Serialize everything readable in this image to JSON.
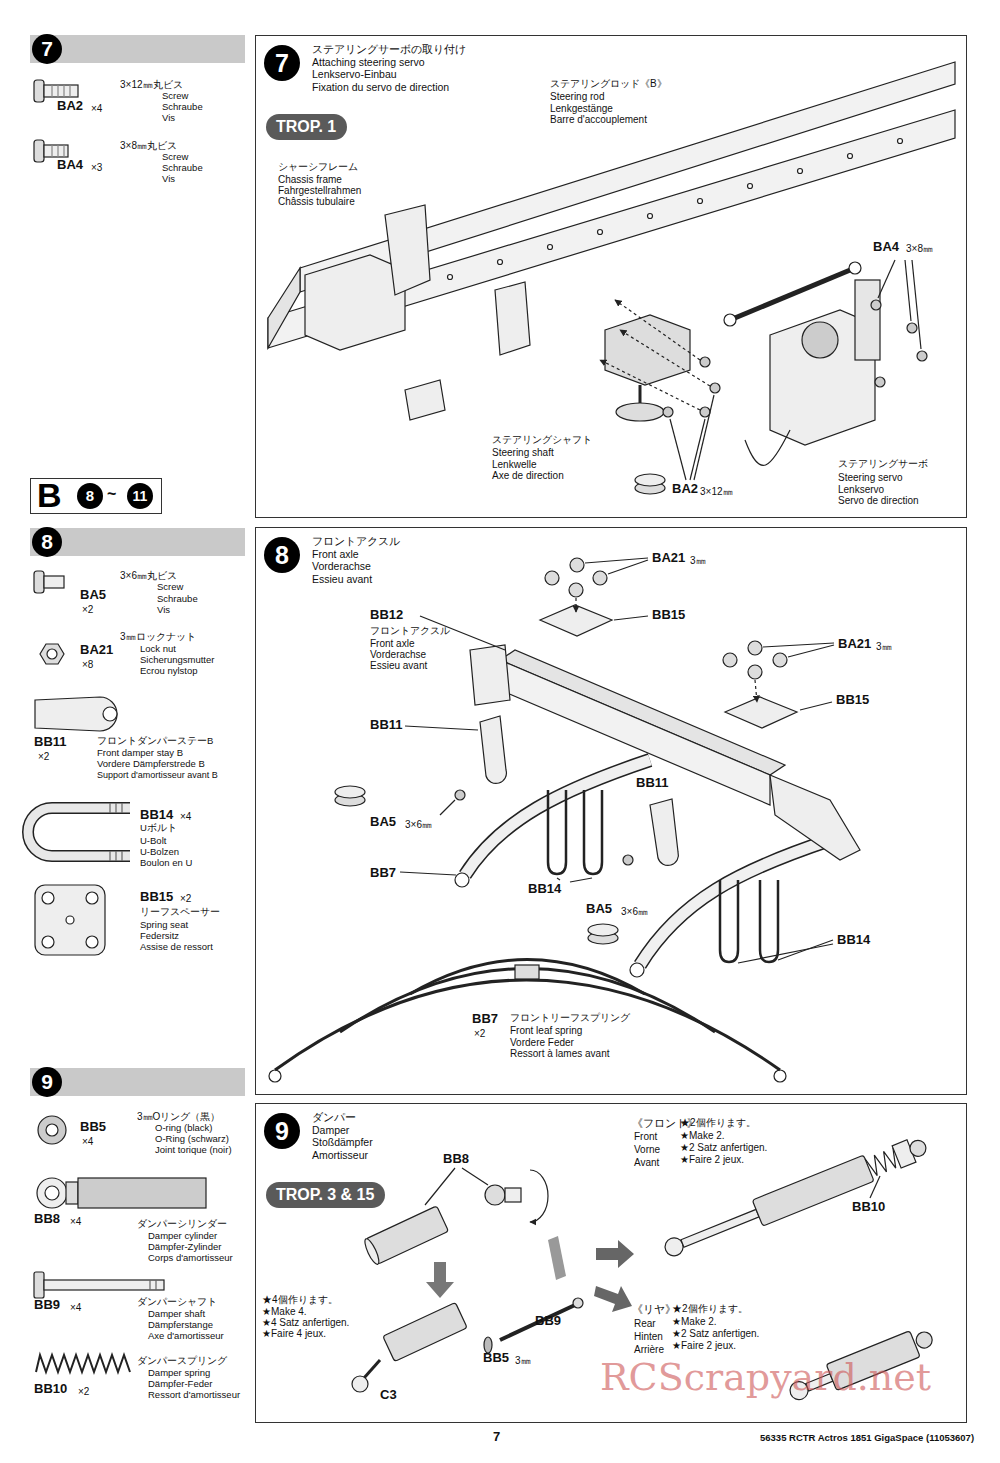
{
  "diagram": {
    "nodes": [
      {
        "text": [
          "7"
        ]
      },
      {
        "text": [
          "7",
          "ステアリングサーボの取り付け",
          "Attaching steering servo",
          "Lenkservo-Einbau",
          "Fixation du servo de direction"
        ]
      },
      {
        "text": [
          "TROP. 1"
        ],
        "in": 1
      },
      {
        "text": [
          "B",
          "8",
          "~",
          "11"
        ]
      },
      {
        "text": [
          "8"
        ]
      },
      {
        "text": [
          "8",
          "フロントアクスル",
          "Front axle",
          "Vorderachse",
          "Essieu avant"
        ]
      },
      {
        "text": [
          "9"
        ]
      },
      {
        "text": [
          "9",
          "ダンパー",
          "Damper",
          "Stoßdämpfer",
          "Amortisseur"
        ]
      },
      {
        "text": [
          "TROP. 3 & 15"
        ],
        "in": 7
      }
    ],
    "labels": [
      "3×12㎜丸ビス",
      "Screw",
      "Schraube",
      "Vis",
      "BA2",
      "×4",
      "3×8㎜丸ビス",
      "Screw",
      "Schraube",
      "Vis",
      "BA4",
      "×3",
      "シャーシフレーム",
      "Chassis frame",
      "Fahrgestellrahmen",
      "Châssis tubulaire",
      "ステアリングロッド《B》",
      "Steering rod",
      "Lenkgestänge",
      "Barre d'accouplement",
      "BA4",
      "3×8㎜",
      "ステアリングシャフト",
      "Steering shaft",
      "Lenkwelle",
      "Axe de direction",
      "BA2",
      "3×12㎜",
      "ステアリングサーボ",
      "Steering servo",
      "Lenkservo",
      "Servo de direction",
      "3×6㎜丸ビス",
      "Screw",
      "Schraube",
      "Vis",
      "BA5",
      "×2",
      "3㎜ロックナット",
      "Lock nut",
      "Sicherungsmutter",
      "Ecrou nylstop",
      "BA21",
      "×8",
      "BB11",
      "×2",
      "フロントダンパーステーB",
      "Front damper stay B",
      "Vordere Dämpferstrede B",
      "Support d'amortisseur avant B",
      "BB14",
      "×4",
      "Uボルト",
      "U-Bolt",
      "U-Bolzen",
      "Boulon en U",
      "BB15",
      "×2",
      "リーフスペーサー",
      "Spring seat",
      "Federsitz",
      "Assise de ressort",
      "BA21",
      "3㎜",
      "BB15",
      "BB12",
      "フロントアクスル",
      "Front axle",
      "Vorderachse",
      "Essieu avant",
      "BA21",
      "3㎜",
      "BB15",
      "BB11",
      "BA5",
      "3×6㎜",
      "BB7",
      "BB11",
      "BB14",
      "BA5",
      "3×6㎜",
      "BB14",
      "BB7",
      "×2",
      "フロントリーフスプリング",
      "Front leaf spring",
      "Vordere Feder",
      "Ressort à lames avant",
      "BB5",
      "×4",
      "3㎜Oリング（黒）",
      "O-ring (black)",
      "O-Ring (schwarz)",
      "Joint torique (noir)",
      "BB8",
      "×4",
      "ダンパーシリンダー",
      "Damper cylinder",
      "Dämpfer-Zylinder",
      "Corps d'amortisseur",
      "BB9",
      "×4",
      "ダンパーシャフト",
      "Damper shaft",
      "Dämpferstange",
      "Axe d'amortisseur",
      "BB10",
      "×2",
      "ダンパースプリング",
      "Damper spring",
      "Dämpfer-Feder",
      "Ressort d'amortisseur",
      "BB8",
      "★4個作ります。",
      "★Make 4.",
      "★4 Satz anfertigen.",
      "★Faire 4 jeux.",
      "BB9",
      "BB5",
      "3㎜",
      "C3",
      "《フロント》",
      "Front",
      "Vorne",
      "Avant",
      "★2個作ります。",
      "★Make 2.",
      "★2 Satz anfertigen.",
      "★Faire 2 jeux.",
      "BB10",
      "《リヤ》",
      "Rear",
      "Hinten",
      "Arrière",
      "★2個作ります。",
      "★Make 2.",
      "★2 Satz anfertigen.",
      "★Faire 2 jeux.",
      "7",
      "56335 RCTR Actros 1851 GigaSpace (11053607)",
      "RCScrapyard.net"
    ]
  }
}
